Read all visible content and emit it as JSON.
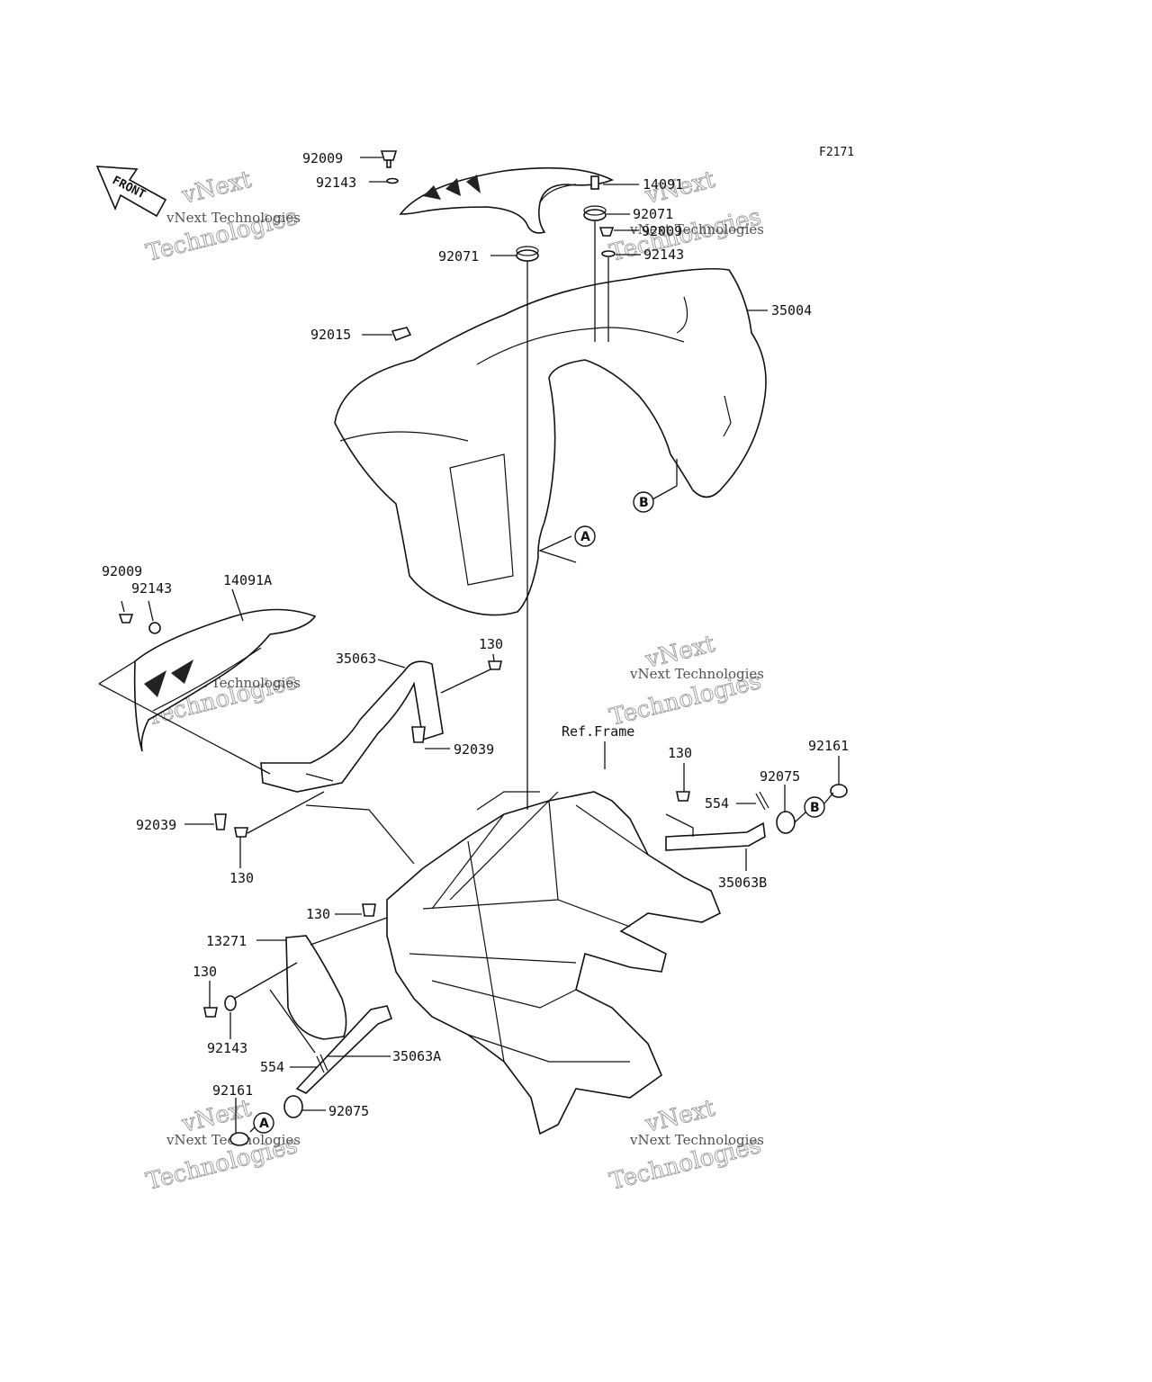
{
  "figure_code": "F2171",
  "front_arrow": {
    "icon": "front-arrow-icon",
    "label": "FRONT"
  },
  "ref_frame_label": "Ref.Frame",
  "parts": [
    "92009",
    "92143",
    "14091",
    "92071",
    "92009",
    "92143",
    "92071",
    "35004",
    "92015",
    "92009",
    "92143",
    "14091A",
    "35063",
    "130",
    "92039",
    "92039",
    "130",
    "Ref.Frame",
    "130",
    "92161",
    "92075",
    "554",
    "35063B",
    "130",
    "13271",
    "130",
    "92143",
    "554",
    "35063A",
    "92161",
    "92075"
  ],
  "callouts": [
    "A",
    "B",
    "A",
    "B"
  ],
  "watermark": {
    "line1": "vNext Technologies",
    "line2": "vNext",
    "line3": "Technologies"
  }
}
